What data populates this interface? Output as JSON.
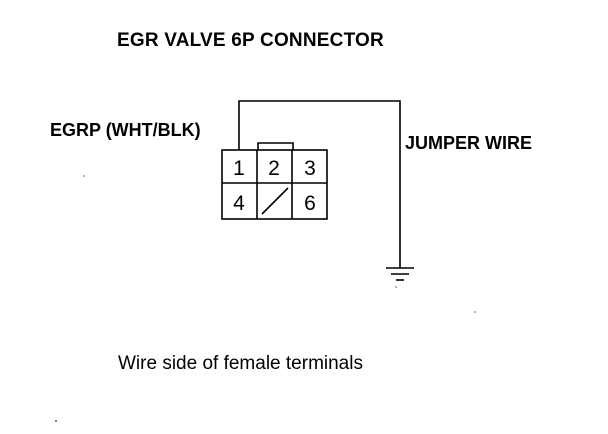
{
  "diagram": {
    "title": "EGR VALVE 6P CONNECTOR",
    "egrp_label": "EGRP (WHT/BLK)",
    "jumper_label": "JUMPER WIRE",
    "caption": "Wire side of female terminals",
    "terminals": {
      "t1": "1",
      "t2": "2",
      "t3": "3",
      "t4": "4",
      "t6": "6"
    },
    "ground_symbol": "ground-icon"
  }
}
